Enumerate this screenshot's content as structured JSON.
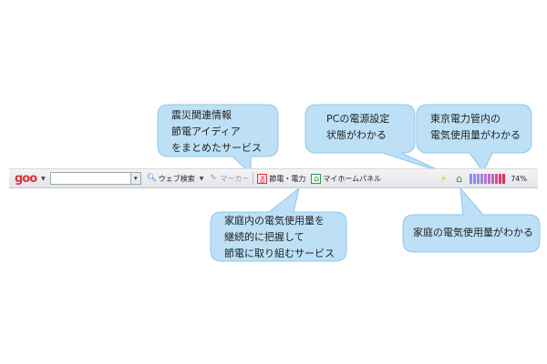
{
  "toolbar": {
    "logo": "goo",
    "search_value": "",
    "web_search": "ウェブ検索",
    "marker": "マーカー",
    "setsuden": "節電・電力",
    "myhome": "マイホームパネル",
    "usage_percent": "74%",
    "usage_fraction": 0.74
  },
  "callouts": {
    "c1": [
      "震災関連情報",
      "節電アイディア",
      "をまとめたサービス"
    ],
    "c2": [
      "PCの電源設定",
      "状態がわかる"
    ],
    "c3": [
      "東京電力管内の",
      "電気使用量がわかる"
    ],
    "c4": [
      "家庭内の電気使用量を",
      "継続的に把握して",
      "節電に取り組むサービス"
    ],
    "c5": [
      "家庭の電気使用量がわかる"
    ]
  },
  "colors": {
    "bubble": "#bde0f7",
    "bubble_border": "#8ec7ee",
    "logo": "#d8343c"
  }
}
